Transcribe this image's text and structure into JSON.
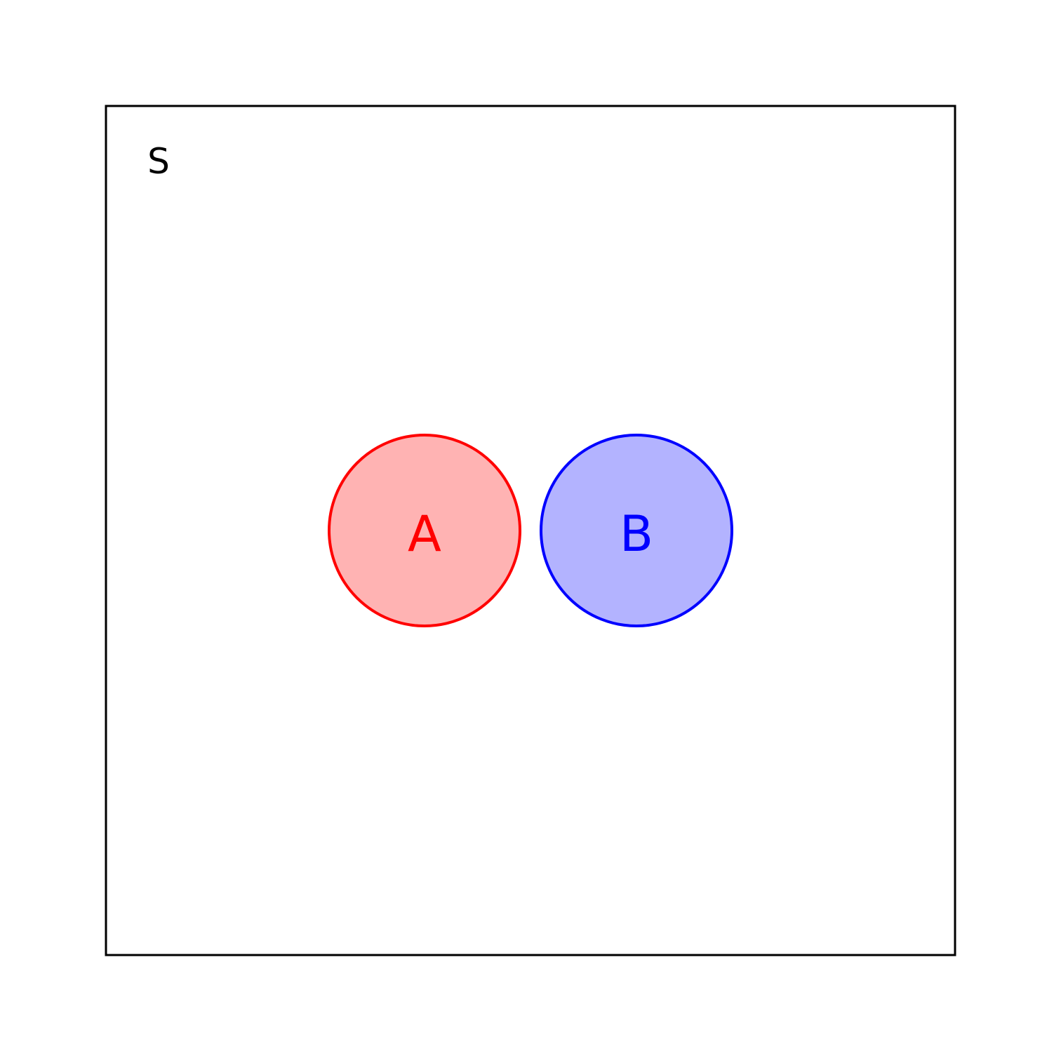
{
  "diagram": {
    "universe": {
      "label": "S",
      "stroke_color": "#000000",
      "fill_color": "#ffffff"
    },
    "sets": [
      {
        "label": "A",
        "stroke_color": "#ff0000",
        "fill_color": "#ffb3b3",
        "text_color": "#ff0000"
      },
      {
        "label": "B",
        "stroke_color": "#0000ff",
        "fill_color": "#b3b3ff",
        "text_color": "#0000ff"
      }
    ]
  }
}
